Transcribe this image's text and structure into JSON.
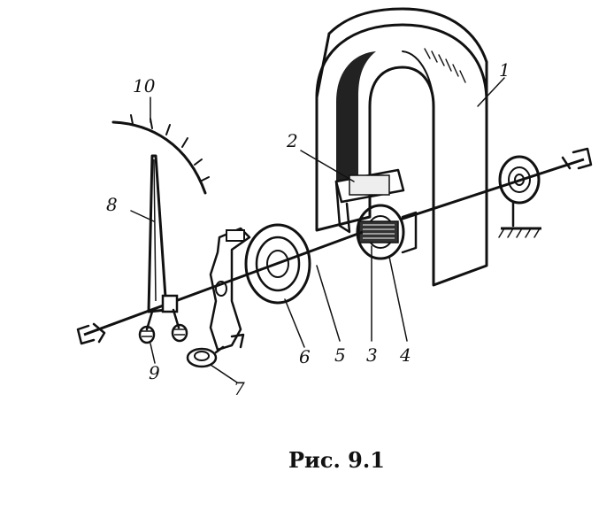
{
  "figure": {
    "caption": "Рис. 9.1",
    "labels": {
      "magnet": "1",
      "pole_pieces": "2",
      "core": "3",
      "coil_frame": "4",
      "axle": "5",
      "spiral_spring": "6",
      "corrector": "7",
      "pointer": "8",
      "counterweights": "9",
      "scale": "10"
    }
  },
  "colors": {
    "ink": "#111111",
    "paper": "#ffffff",
    "fill": "#222222"
  }
}
